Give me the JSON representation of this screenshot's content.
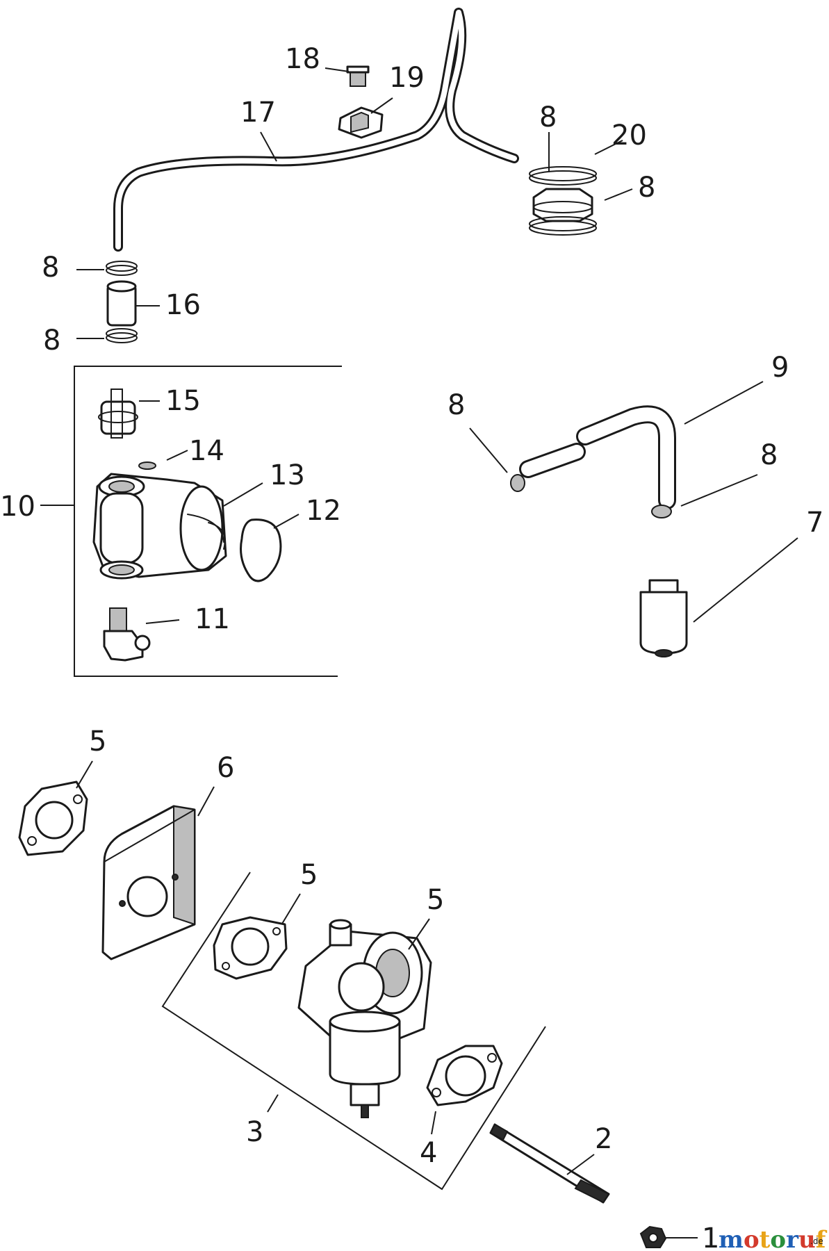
{
  "callouts": {
    "c1": "1",
    "c2": "2",
    "c3": "3",
    "c4": "4",
    "c5a": "5",
    "c5b": "5",
    "c5c": "5",
    "c6": "6",
    "c7": "7",
    "c8a": "8",
    "c8b": "8",
    "c8c": "8",
    "c8d": "8",
    "c8e": "8",
    "c8f": "8",
    "c9": "9",
    "c10": "10",
    "c11": "11",
    "c12": "12",
    "c13": "13",
    "c14": "14",
    "c15": "15",
    "c16": "16",
    "c17": "17",
    "c18": "18",
    "c19": "19",
    "c20": "20"
  },
  "logo": {
    "text": "motoruf",
    "suffix": ".de",
    "colors": [
      "#1f5fb5",
      "#d33a2c",
      "#e8a317",
      "#2a8f3c",
      "#1f5fb5",
      "#d33a2c",
      "#e8a317"
    ]
  }
}
